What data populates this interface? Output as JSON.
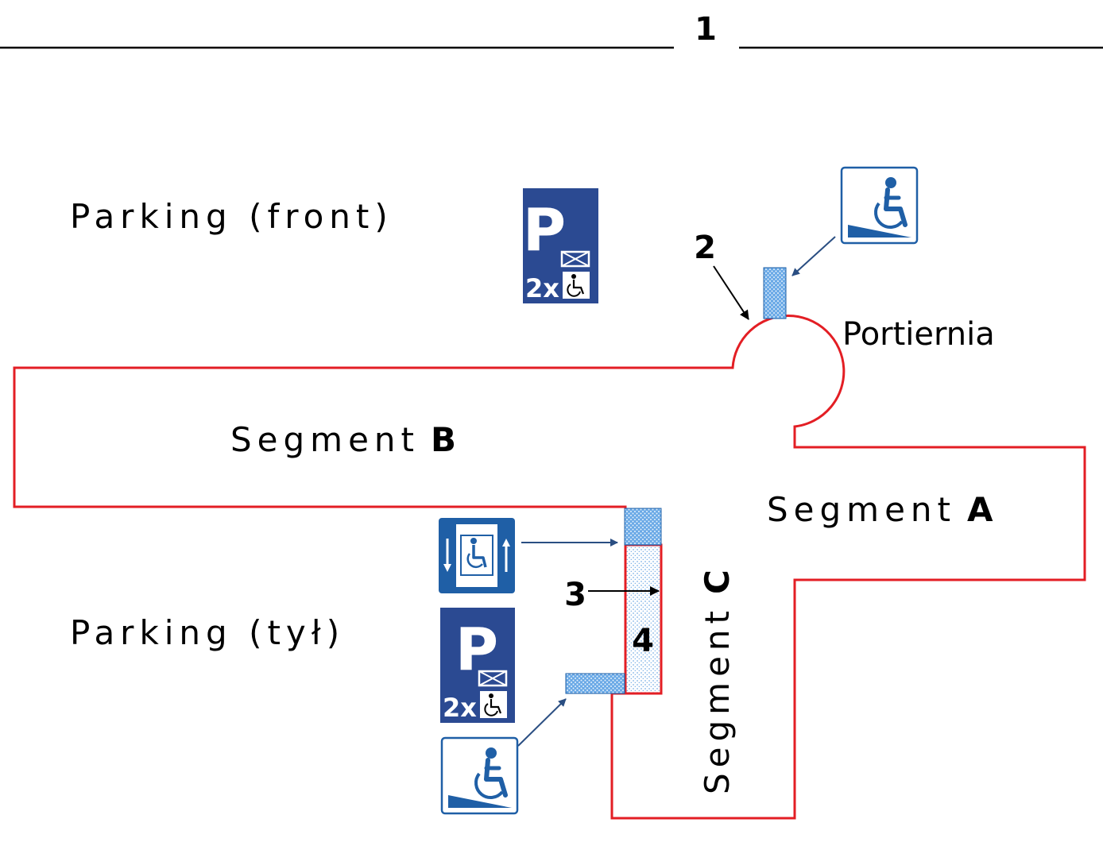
{
  "header": {
    "page_number": "1"
  },
  "labels": {
    "parking_front": "Parking (front)",
    "parking_back": "Parking (tył)",
    "portiernia": "Portiernia",
    "segment_word": "Segment",
    "segment_a": "A",
    "segment_b": "B",
    "segment_c": "C"
  },
  "markers": {
    "m2": "2",
    "m3": "3",
    "m4": "4"
  },
  "signs": {
    "parking_front": {
      "letter": "P",
      "count": "2x"
    },
    "parking_back": {
      "letter": "P",
      "count": "2x"
    }
  },
  "colors": {
    "building_outline": "#e31e24",
    "sign_blue": "#2b4a92",
    "ramp_blue": "#1f5fa6",
    "arrow": "#2a4e82"
  },
  "icons": [
    "parking-sign",
    "wheelchair-icon",
    "wheelchair-ramp-icon",
    "wheelchair-lift-icon",
    "mail-icon"
  ]
}
